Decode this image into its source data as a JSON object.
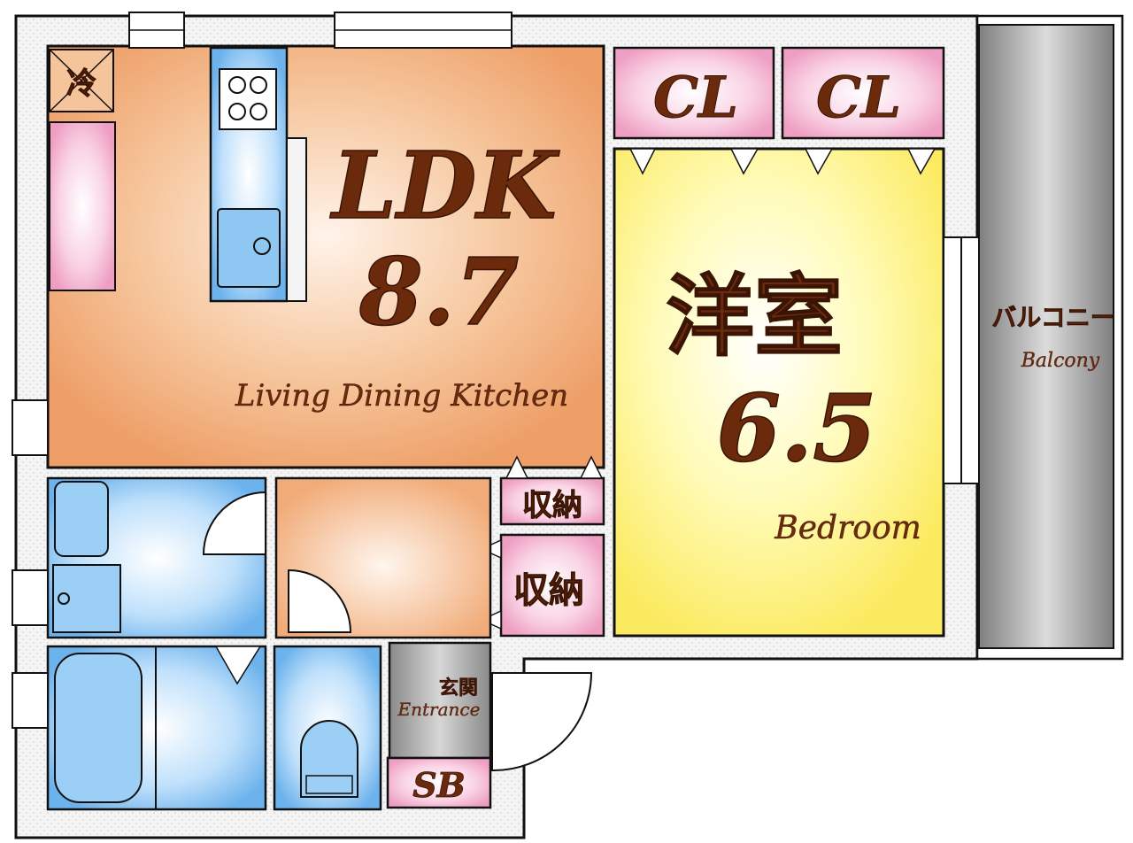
{
  "rooms": {
    "ldk": {
      "title": "LDK",
      "size": "8.7",
      "subtitle": "Living Dining Kitchen"
    },
    "bedroom": {
      "title": "洋室",
      "size": "6.5",
      "subtitle": "Bedroom"
    },
    "closet_left": "CL",
    "closet_right": "CL",
    "storage_top": "収納",
    "storage_bottom": "収納",
    "entrance": {
      "title": "玄関",
      "subtitle": "Entrance"
    },
    "shoe_box": "SB",
    "fridge": "冷",
    "balcony": {
      "title": "バルコニー",
      "subtitle": "Balcony"
    }
  },
  "colors": {
    "ldk": "#f0a872",
    "bedroom": "#fff07a",
    "wet_area": "#6cb6ee",
    "closet": "#f2a6c6",
    "entrance": "#9a9a9a",
    "balcony": "#8c8c8c",
    "label": "#6b2a0c"
  }
}
